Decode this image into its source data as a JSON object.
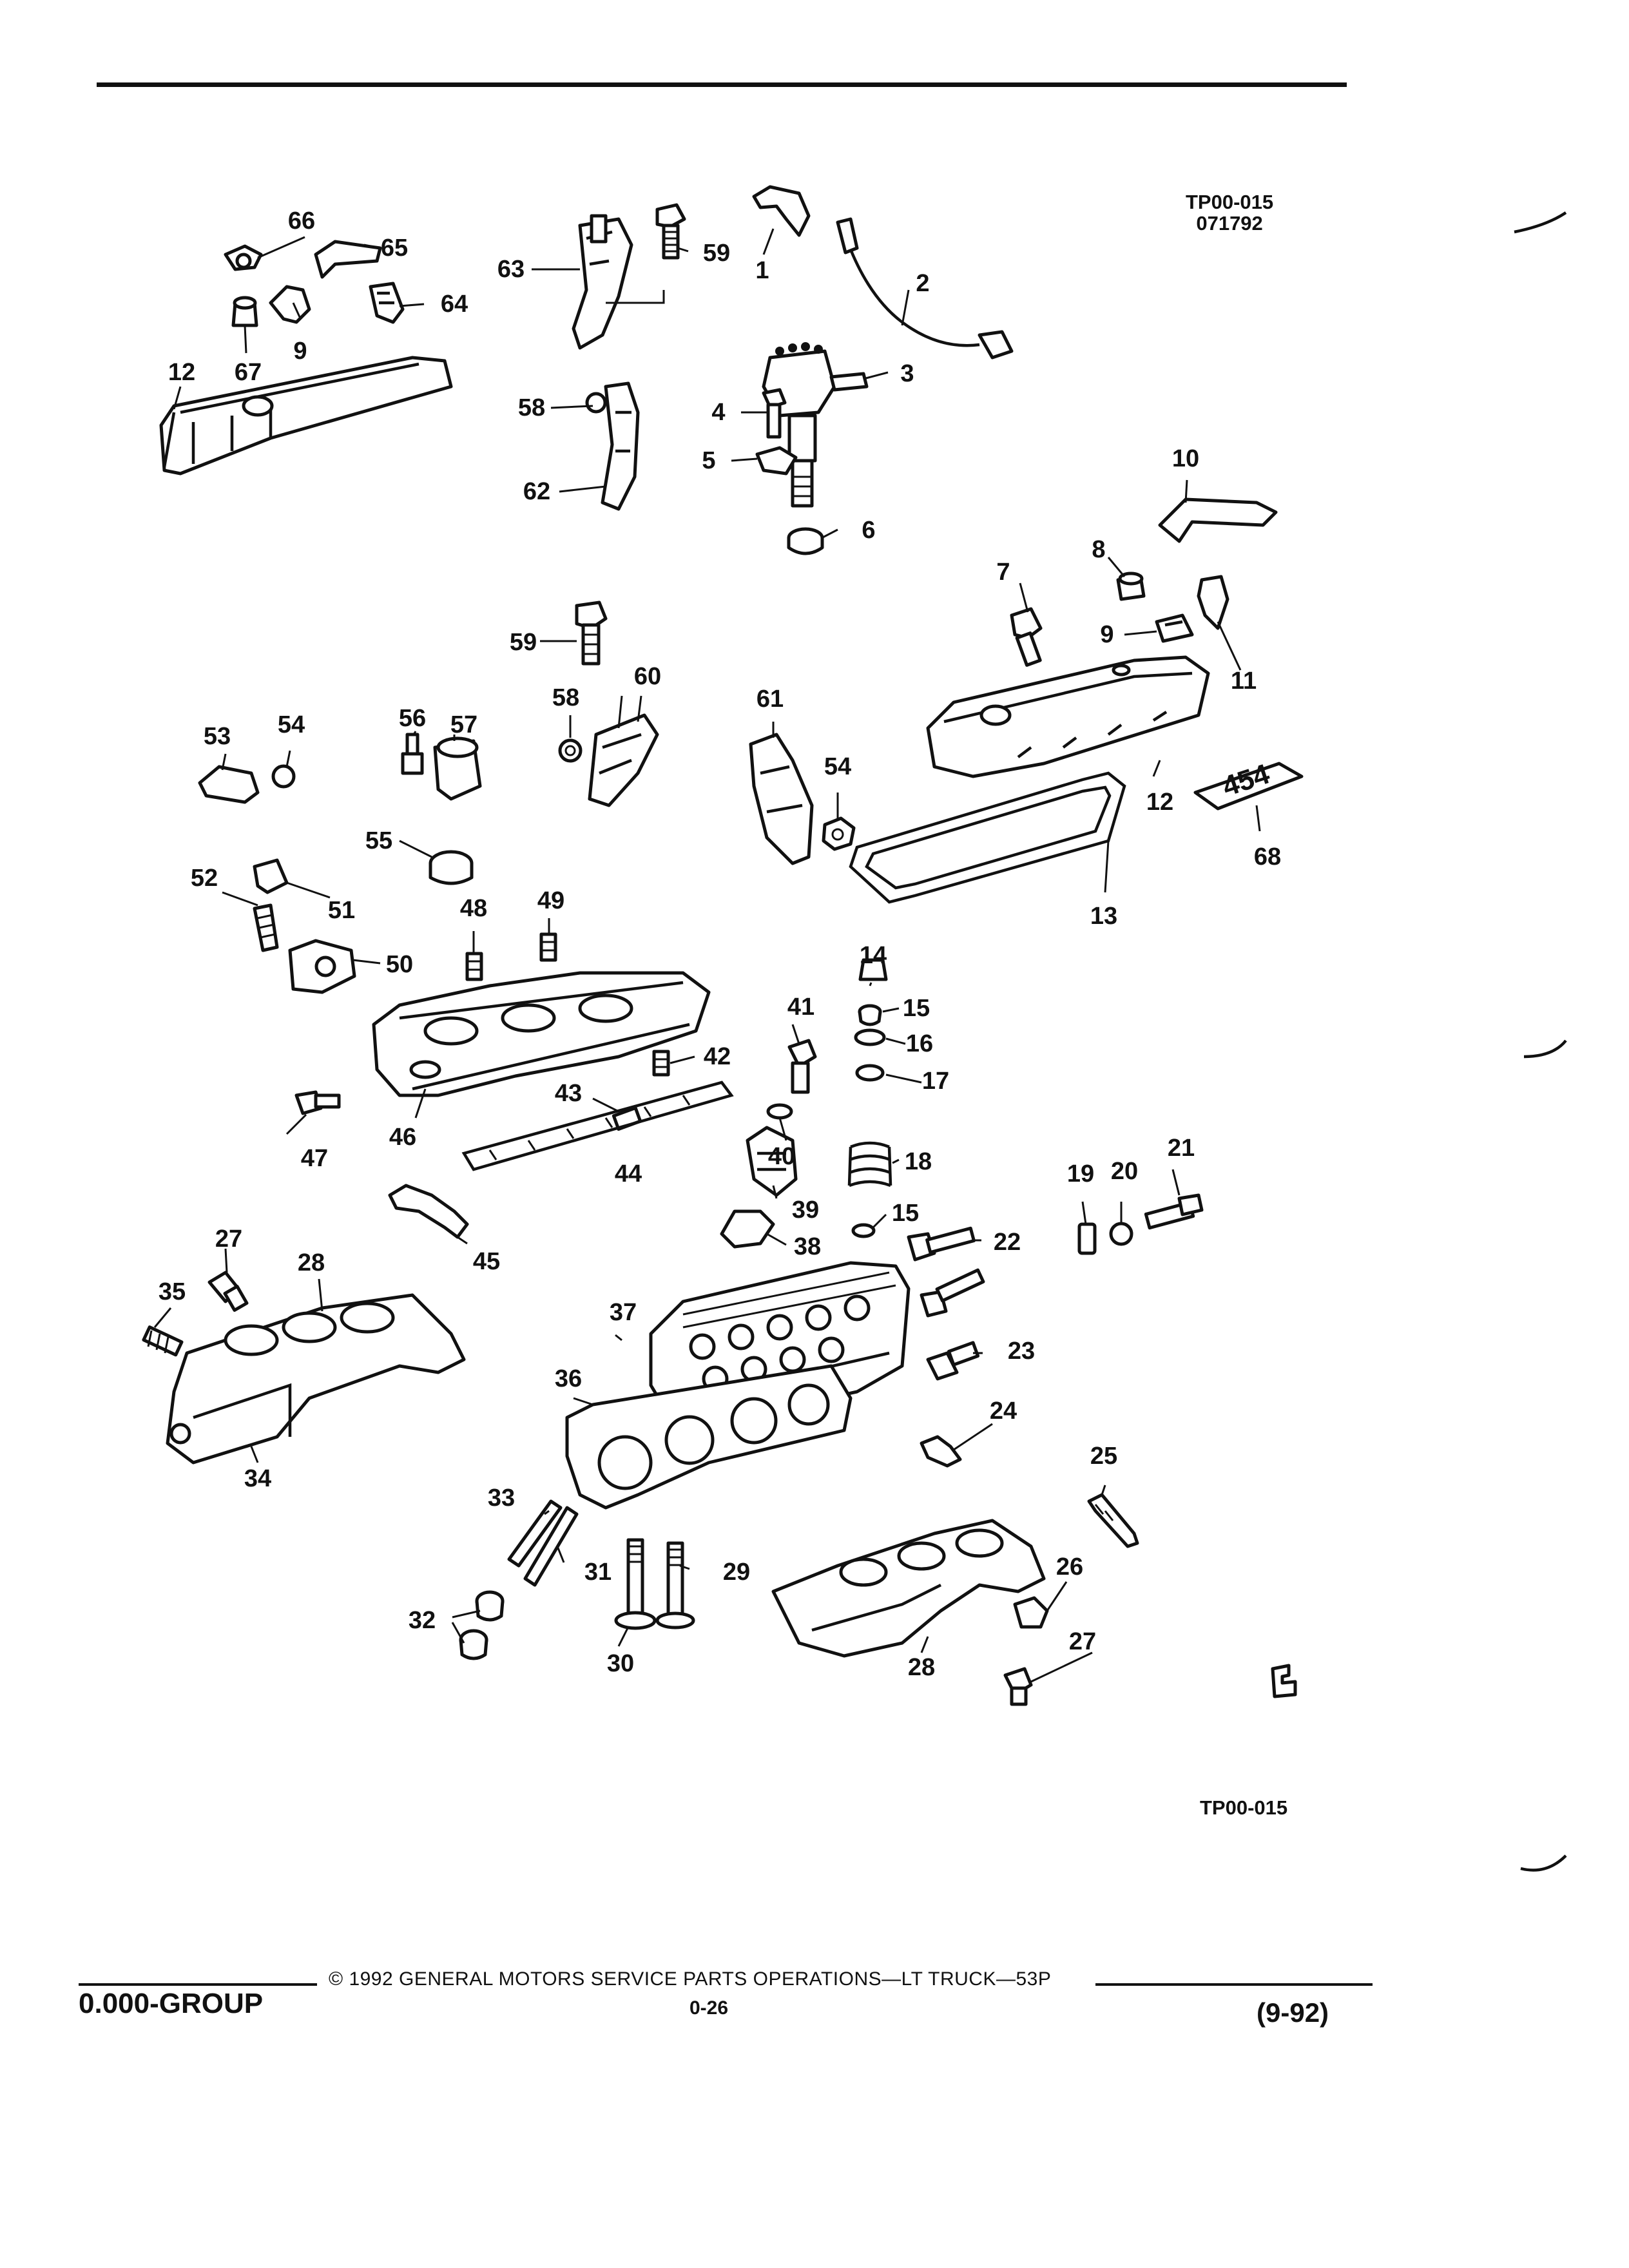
{
  "header": {
    "figure_code": "TP00-015",
    "date_code": "071792"
  },
  "figure": {
    "bottom_code": "TP00-015",
    "callouts": {
      "c1": "1",
      "c2": "2",
      "c3": "3",
      "c4": "4",
      "c5": "5",
      "c6": "6",
      "c7": "7",
      "c8": "8",
      "c9a": "9",
      "c9b": "9",
      "c10": "10",
      "c11": "11",
      "c12a": "12",
      "c12b": "12",
      "c13": "13",
      "c14": "14",
      "c15a": "15",
      "c15b": "15",
      "c16": "16",
      "c17": "17",
      "c18": "18",
      "c19": "19",
      "c20": "20",
      "c21": "21",
      "c22": "22",
      "c23": "23",
      "c24": "24",
      "c25": "25",
      "c26": "26",
      "c27a": "27",
      "c27b": "27",
      "c28a": "28",
      "c28b": "28",
      "c29": "29",
      "c30": "30",
      "c31": "31",
      "c32": "32",
      "c33": "33",
      "c34": "34",
      "c35": "35",
      "c36": "36",
      "c37": "37",
      "c38": "38",
      "c39": "39",
      "c40": "40",
      "c41": "41",
      "c42": "42",
      "c43": "43",
      "c44": "44",
      "c45": "45",
      "c46": "46",
      "c47": "47",
      "c48": "48",
      "c49": "49",
      "c50": "50",
      "c51": "51",
      "c52": "52",
      "c53": "53",
      "c54a": "54",
      "c54b": "54",
      "c55": "55",
      "c56": "56",
      "c57": "57",
      "c58a": "58",
      "c58b": "58",
      "c59a": "59",
      "c59b": "59",
      "c60": "60",
      "c61": "61",
      "c62": "62",
      "c63": "63",
      "c64": "64",
      "c65": "65",
      "c66": "66",
      "c67": "67",
      "c68": "68"
    },
    "badge_text": "454"
  },
  "footer": {
    "group": "0.000-GROUP",
    "copyright": "© 1992 GENERAL MOTORS SERVICE PARTS OPERATIONS—LT TRUCK—53P",
    "page": "0-26",
    "revision": "(9-92)"
  }
}
